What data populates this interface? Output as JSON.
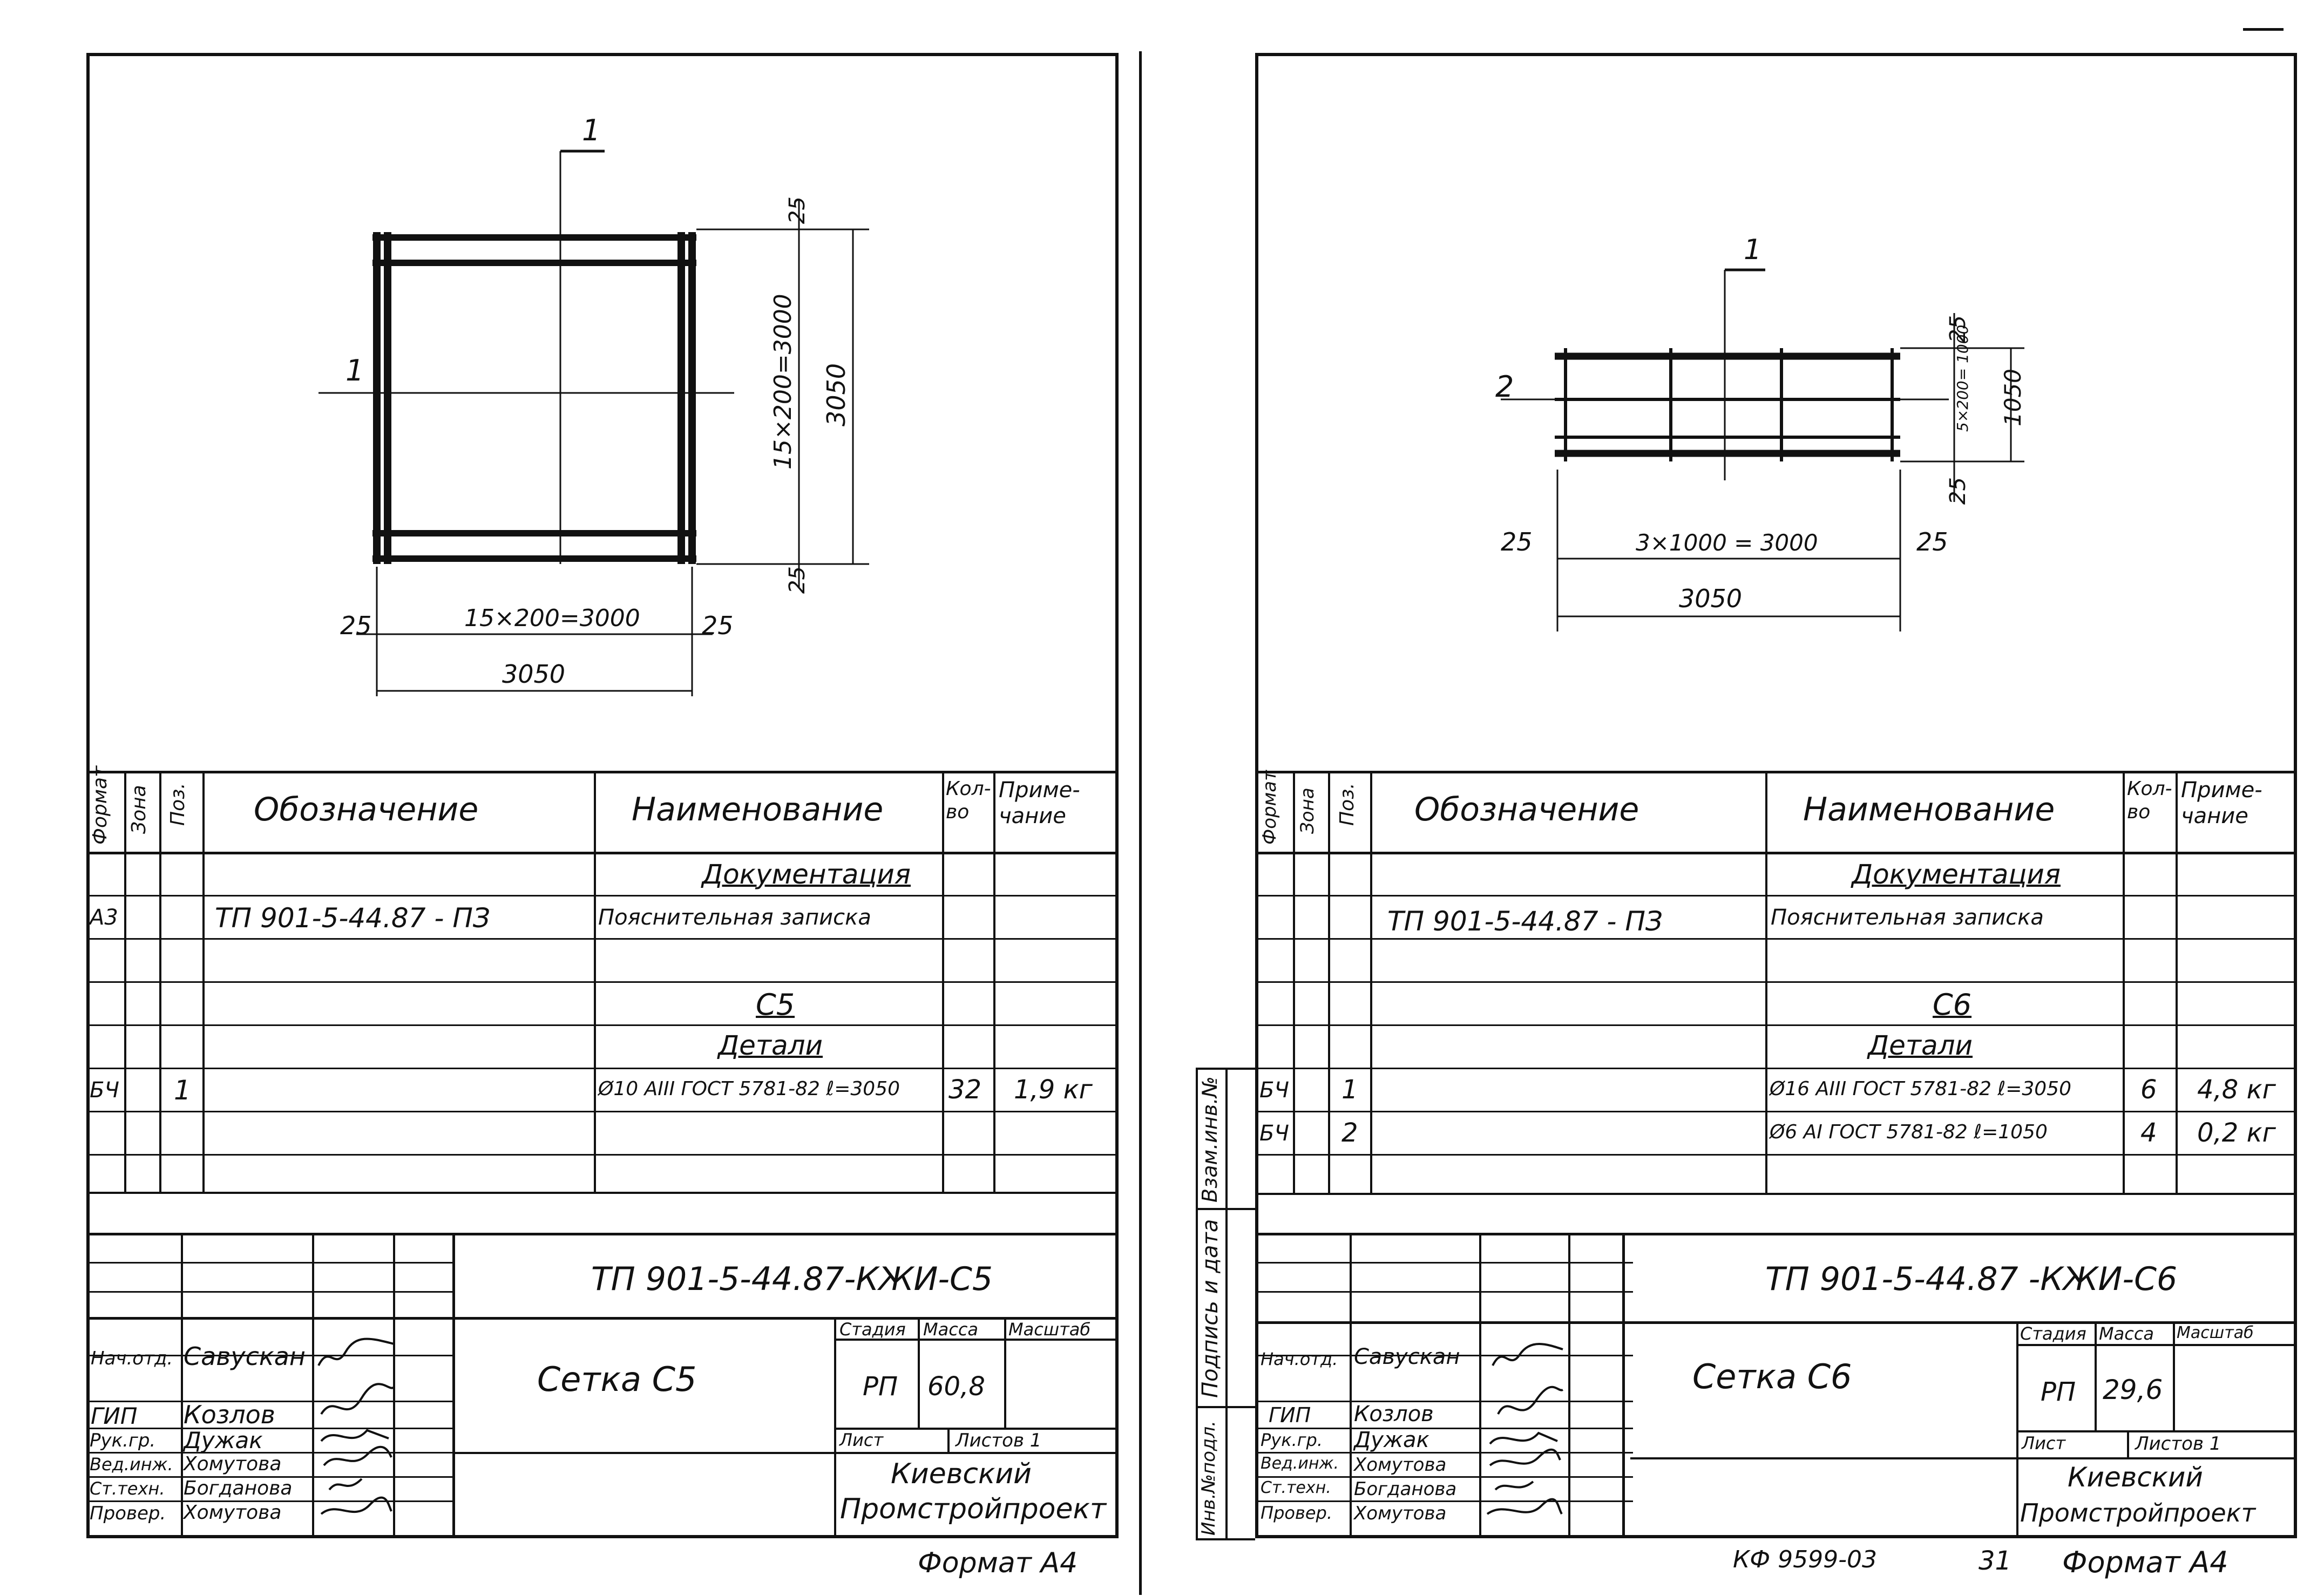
{
  "sheets": [
    {
      "drawing": {
        "section_mark": "1",
        "pos_left": "1",
        "dim_top": "25",
        "dim_bottom": "25",
        "dim_vert_inner": "15×200=3000",
        "dim_vert_total": "3050",
        "dim_left": "25",
        "dim_horiz_inner": "15×200=3000",
        "dim_right": "25",
        "dim_horiz_total": "3050"
      },
      "spec": {
        "headers": {
          "format": "Формат",
          "zone": "Зона",
          "pos": "Поз.",
          "designation": "Обозначение",
          "name": "Наименование",
          "qty": "Кол-во",
          "note": "Приме-чание"
        },
        "section_doc": "Документация",
        "doc_format": "А3",
        "doc_code": "ТП 901-5-44.87 - ПЗ",
        "doc_name": "Пояснительная записка",
        "assembly": "С5",
        "section_parts": "Детали",
        "rows": [
          {
            "format": "БЧ",
            "pos": "1",
            "name": "Ø10 АIII ГОСТ 5781-82 ℓ=3050",
            "qty": "32",
            "note": "1,9 кг"
          }
        ]
      },
      "title_block": {
        "doc_number": "ТП 901-5-44.87-КЖИ-С5",
        "title": "Сетка С5",
        "stage_label": "Стадия",
        "mass_label": "Масса",
        "scale_label": "Масштаб",
        "stage": "РП",
        "mass": "60,8",
        "sheet_label": "Лист",
        "sheets_label": "Листов 1",
        "org_line1": "Киевский",
        "org_line2": "Промстройпроект",
        "roles": [
          "Нач.отд.",
          "ГИП",
          "Рук.гр.",
          "Вед.инж.",
          "Ст.техн.",
          "Провер."
        ],
        "names": [
          "Савускан",
          "Козлов",
          "Дужак",
          "Хомутова",
          "Богданова",
          "Хомутова"
        ]
      },
      "footer": {
        "format": "Формат А4"
      }
    },
    {
      "drawing": {
        "section_mark": "1",
        "pos_left": "2",
        "dim_top": "25",
        "dim_bottom": "25",
        "dim_vert_inner": "5×200= 1000",
        "dim_vert_total": "1050",
        "dim_left": "25",
        "dim_horiz_inner": "3×1000 = 3000",
        "dim_right": "25",
        "dim_horiz_total": "3050"
      },
      "spec": {
        "headers": {
          "format": "Формат",
          "zone": "Зона",
          "pos": "Поз.",
          "designation": "Обозначение",
          "name": "Наименование",
          "qty": "Кол-во",
          "note": "Приме-чание"
        },
        "section_doc": "Документация",
        "doc_code": "ТП 901-5-44.87 - ПЗ",
        "doc_name": "Пояснительная записка",
        "assembly": "С6",
        "section_parts": "Детали",
        "rows": [
          {
            "format": "БЧ",
            "pos": "1",
            "name": "Ø16 АIII ГОСТ 5781-82 ℓ=3050",
            "qty": "6",
            "note": "4,8 кг"
          },
          {
            "format": "БЧ",
            "pos": "2",
            "name": "Ø6 АI ГОСТ 5781-82 ℓ=1050",
            "qty": "4",
            "note": "0,2 кг"
          }
        ]
      },
      "title_block": {
        "doc_number": "ТП 901-5-44.87 -КЖИ-С6",
        "title": "Сетка С6",
        "stage_label": "Стадия",
        "mass_label": "Масса",
        "scale_label": "Масштаб",
        "stage": "РП",
        "mass": "29,6",
        "sheet_label": "Лист",
        "sheets_label": "Листов 1",
        "org_line1": "Киевский",
        "org_line2": "Промстройпроект",
        "roles": [
          "Нач.отд.",
          "ГИП",
          "Рук.гр.",
          "Вед.инж.",
          "Ст.техн.",
          "Провер."
        ],
        "names": [
          "Савускан",
          "Козлов",
          "Дужак",
          "Хомутова",
          "Богданова",
          "Хомутова"
        ]
      },
      "side_stamp": [
        "Инв.№подл.",
        "Подпись и дата",
        "Взам.инв.№"
      ],
      "footer": {
        "code": "КФ 9599-03",
        "page": "31",
        "format": "Формат А4"
      }
    }
  ]
}
